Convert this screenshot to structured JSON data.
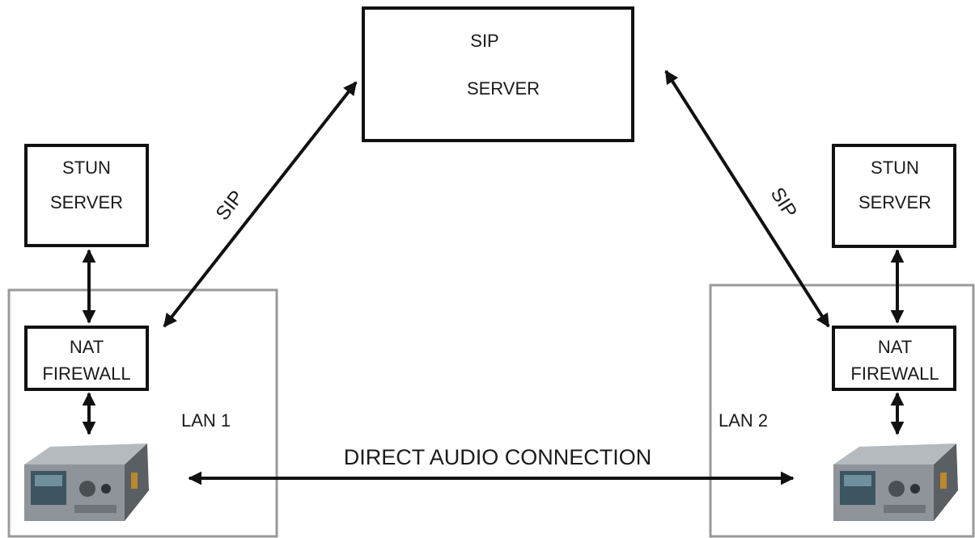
{
  "sip_server": {
    "line1": "SIP",
    "line2": "SERVER"
  },
  "stun_left": {
    "line1": "STUN",
    "line2": "SERVER"
  },
  "stun_right": {
    "line1": "STUN",
    "line2": "SERVER"
  },
  "nat_left": {
    "line1": "NAT",
    "line2": "FIREWALL"
  },
  "nat_right": {
    "line1": "NAT",
    "line2": "FIREWALL"
  },
  "lan_left_label": "LAN 1",
  "lan_right_label": "LAN 2",
  "sip_link_left_label": "SIP",
  "sip_link_right_label": "SIP",
  "audio_link_label": "DIRECT AUDIO CONNECTION",
  "colors": {
    "box_stroke": "#111111",
    "lan_stroke": "#9a9a9a",
    "arrow": "#111111",
    "device_body": "#8e949a",
    "device_panel": "#3c5560",
    "device_side": "#5a5f64"
  }
}
